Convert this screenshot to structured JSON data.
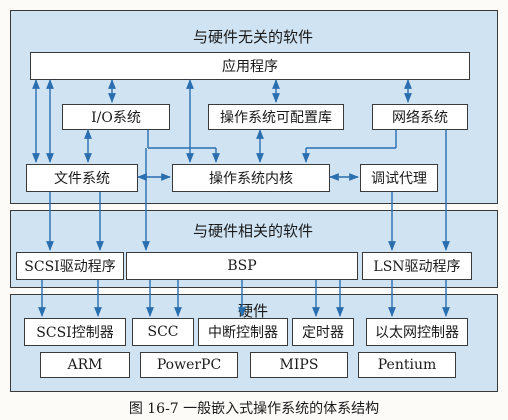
{
  "top": {
    "title": "与硬件无关的软件",
    "app": "应用程序",
    "io": "I/O系统",
    "osconfig": "操作系统可配置库",
    "net": "网络系统",
    "fs": "文件系统",
    "kernel": "操作系统内核",
    "debug": "调试代理"
  },
  "middle": {
    "title": "与硬件相关的软件",
    "scsi_driver": "SCSI驱动程序",
    "bsp": "BSP",
    "lsn_driver": "LSN驱动程序"
  },
  "bottom": {
    "title": "硬件",
    "scsi_ctrl": "SCSI控制器",
    "scc": "SCC",
    "irq": "中断控制器",
    "timer": "定时器",
    "eth": "以太网控制器"
  },
  "cpus": [
    "ARM",
    "PowerPC",
    "MIPS",
    "Pentium"
  ],
  "caption": "图 16-7    一般嵌入式操作系统的体系结构",
  "colors": {
    "panel": "#cfe3f2",
    "arrow": "#2a6eb0"
  }
}
